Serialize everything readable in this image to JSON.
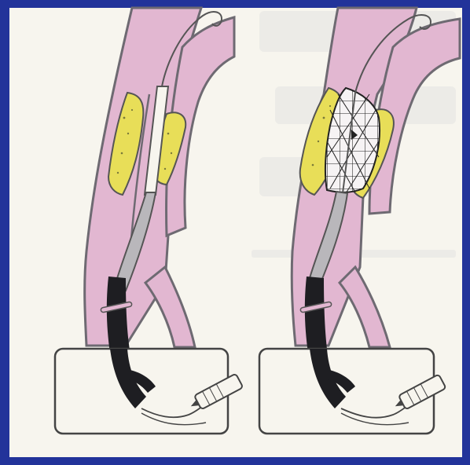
{
  "colors": {
    "frame_blue": "#22339a",
    "paper": "#f7f5ee",
    "vessel_pink": "#e2b7d1",
    "vessel_wall": "#6e6a72",
    "plaque_yellow": "#e8de58",
    "catheter_black": "#1e1e22",
    "ghost_text": "#eeeeec"
  },
  "panels": [
    {
      "name": "left-panel",
      "state": "balloon-occlusion"
    },
    {
      "name": "right-panel",
      "state": "stent-deployed"
    }
  ]
}
